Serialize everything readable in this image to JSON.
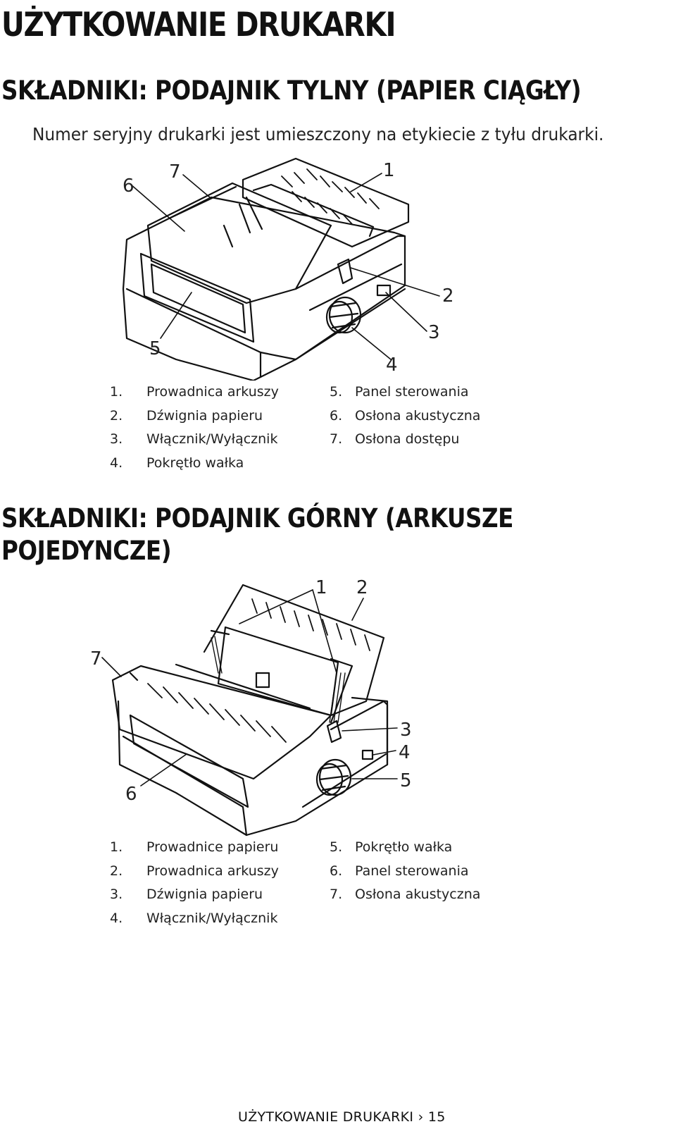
{
  "page": {
    "title": "UŻYTKOWANIE DRUKARKI",
    "footer": {
      "section": "UŻYTKOWANIE DRUKARKI",
      "separator": "›",
      "page_number": "15"
    }
  },
  "section1": {
    "heading": "SKŁADNIKI: PODAJNIK TYLNY (PAPIER CIĄGŁY)",
    "note": "Numer seryjny drukarki jest umieszczony na etykiecie z tyłu drukarki.",
    "callouts": [
      "1",
      "2",
      "3",
      "4",
      "5",
      "6",
      "7"
    ],
    "legend_left": [
      {
        "num": "1.",
        "label": "Prowadnica arkuszy"
      },
      {
        "num": "2.",
        "label": "Dźwignia papieru"
      },
      {
        "num": "3.",
        "label": "Włącznik/Wyłącznik"
      },
      {
        "num": "4.",
        "label": "Pokrętło wałka"
      }
    ],
    "legend_right": [
      {
        "num": "5.",
        "label": "Panel sterowania"
      },
      {
        "num": "6.",
        "label": "Osłona akustyczna"
      },
      {
        "num": "7.",
        "label": "Osłona dostępu"
      }
    ]
  },
  "section2": {
    "heading": "SKŁADNIKI: PODAJNIK GÓRNY (ARKUSZE POJEDYNCZE)",
    "callouts": [
      "1",
      "2",
      "3",
      "4",
      "5",
      "6",
      "7"
    ],
    "legend_left": [
      {
        "num": "1.",
        "label": "Prowadnice papieru"
      },
      {
        "num": "2.",
        "label": "Prowadnica arkuszy"
      },
      {
        "num": "3.",
        "label": "Dźwignia papieru"
      },
      {
        "num": "4.",
        "label": "Włącznik/Wyłącznik"
      }
    ],
    "legend_right": [
      {
        "num": "5.",
        "label": "Pokrętło wałka"
      },
      {
        "num": "6.",
        "label": "Panel sterowania"
      },
      {
        "num": "7.",
        "label": "Osłona akustyczna"
      }
    ]
  }
}
